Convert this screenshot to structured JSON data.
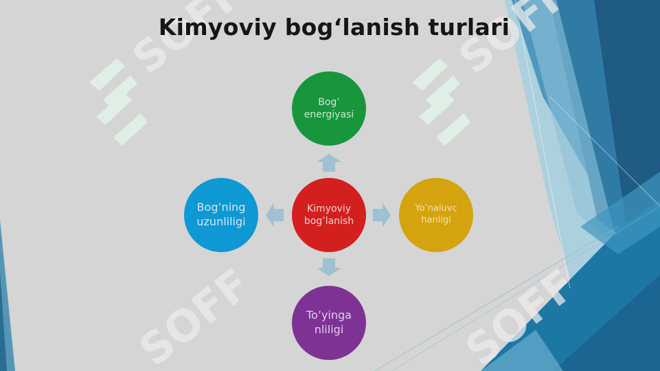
{
  "slide": {
    "title": "Kimyoviy bog‘lanish turlari",
    "watermark_text": "SOFF"
  },
  "diagram": {
    "center": {
      "label": "Kimyoviy\nbog’lanish",
      "color": "#d41f1f"
    },
    "top": {
      "label": "Bog’\nenergiyasi",
      "color": "#17963c"
    },
    "left": {
      "label": "Bog’ning\nuzunliligi",
      "color": "#0e98d4"
    },
    "right": {
      "label": "Yo’naluvc\nhanligi",
      "color": "#d5a30e"
    },
    "bottom": {
      "label": "To’yinga\nnliligi",
      "color": "#7e3294"
    }
  },
  "colors": {
    "background": "#d5d5d5",
    "arrow": "#9fc1d1",
    "accent_dark": "#1e5579",
    "accent_mid": "#2f7fa6",
    "accent_light": "#9ec9dd"
  }
}
